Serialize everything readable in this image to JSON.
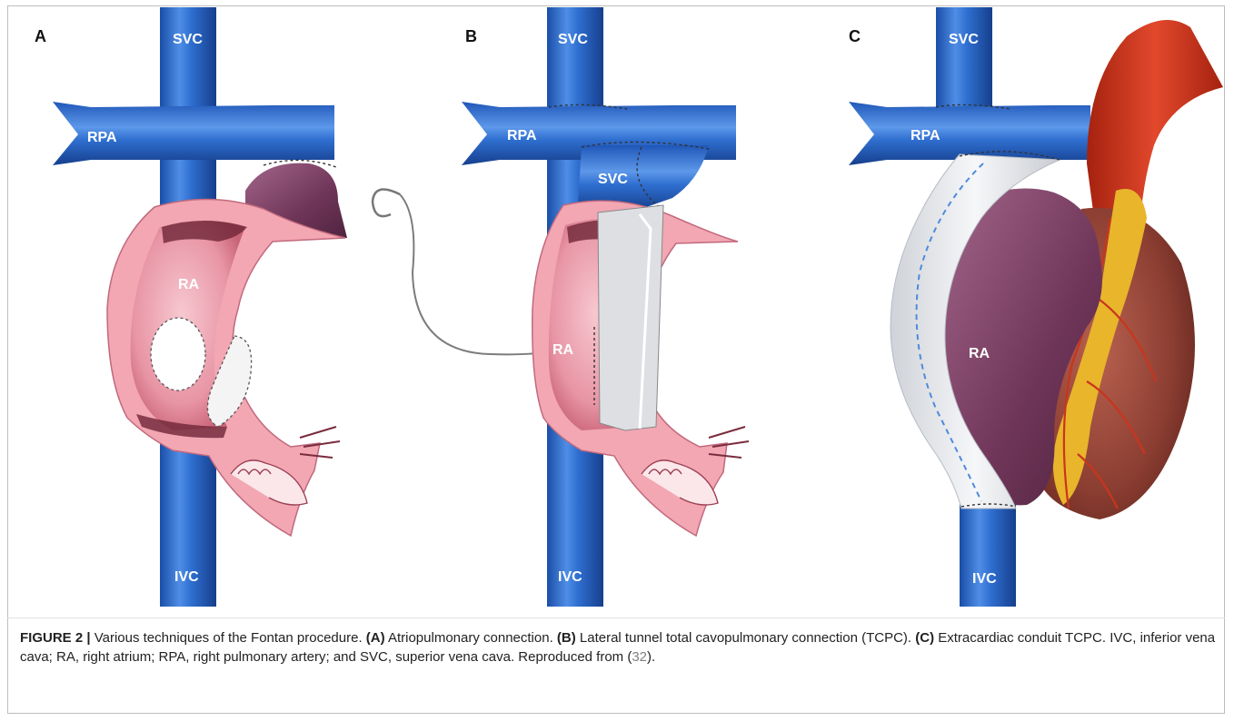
{
  "panels": {
    "a": {
      "letter": "A",
      "svc": "SVC",
      "rpa": "RPA",
      "ra": "RA",
      "ivc": "IVC"
    },
    "b": {
      "letter": "B",
      "svc_top": "SVC",
      "svc_mid": "SVC",
      "rpa": "RPA",
      "ra": "RA",
      "ivc": "IVC"
    },
    "c": {
      "letter": "C",
      "svc": "SVC",
      "rpa": "RPA",
      "ra": "RA",
      "ivc": "IVC"
    }
  },
  "caption": {
    "figure_label": "FIGURE 2 |",
    "intro": " Various techniques of the Fontan procedure. ",
    "a_key": "(A)",
    "a_text": " Atriopulmonary connection. ",
    "b_key": "(B)",
    "b_text": " Lateral tunnel total cavopulmonary connection (TCPC). ",
    "c_key": "(C)",
    "c_text": " Extracardiac conduit TCPC. IVC, inferior vena cava; RA, right atrium; RPA, right pulmonary artery; and SVC, superior vena cava. Reproduced from (",
    "ref": "32",
    "end": ")."
  },
  "colors": {
    "vein": "#2f6fd0",
    "vein_dark": "#1a4ea8",
    "vein_light": "#6fa3ec",
    "atrium": "#f2a7b3",
    "atrium_inner": "#e8869a",
    "atrium_dark": "#6e2637",
    "purple": "#7a3f63",
    "conduit": "#e9eaee",
    "aorta": "#d0341c",
    "fat": "#e8b52b",
    "muscle": "#9a4a3e"
  }
}
